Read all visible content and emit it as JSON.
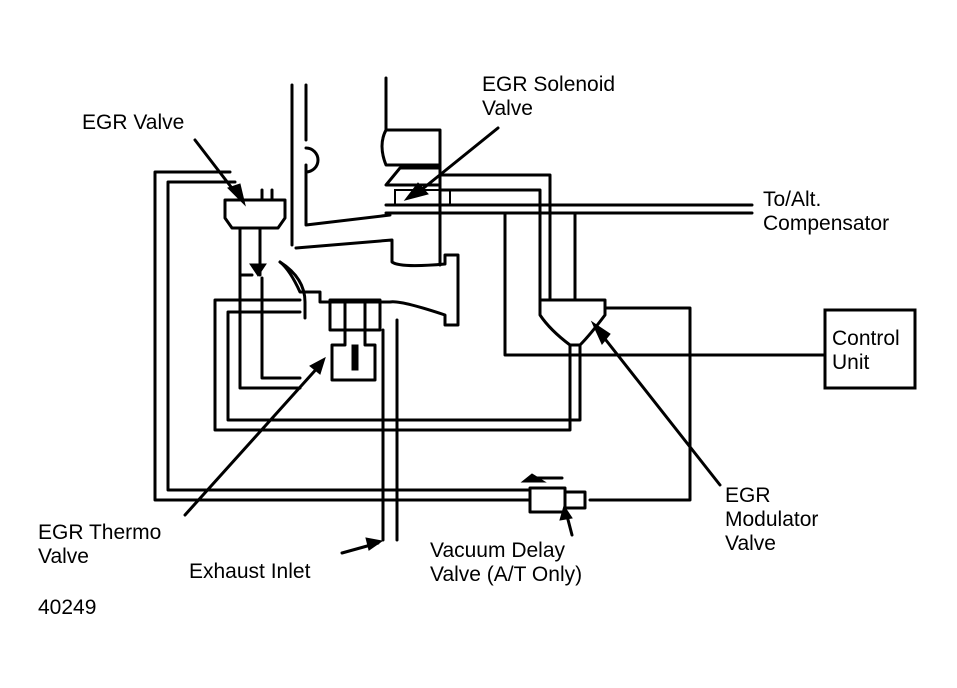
{
  "labels": {
    "egr_valve": "EGR Valve",
    "egr_solenoid_line1": "EGR Solenoid",
    "egr_solenoid_line2": "Valve",
    "to_alt_line1": "To/Alt.",
    "to_alt_line2": "Compensator",
    "control_unit_line1": "Control",
    "control_unit_line2": "Unit",
    "egr_modulator_line1": "EGR",
    "egr_modulator_line2": "Modulator",
    "egr_modulator_line3": "Valve",
    "egr_thermo_line1": "EGR Thermo",
    "egr_thermo_line2": "Valve",
    "exhaust_inlet": "Exhaust Inlet",
    "vacuum_delay_line1": "Vacuum Delay",
    "vacuum_delay_line2": "Valve (A/T Only)",
    "figure_number": "40249"
  },
  "colors": {
    "ink": "#000000",
    "background": "#ffffff"
  }
}
